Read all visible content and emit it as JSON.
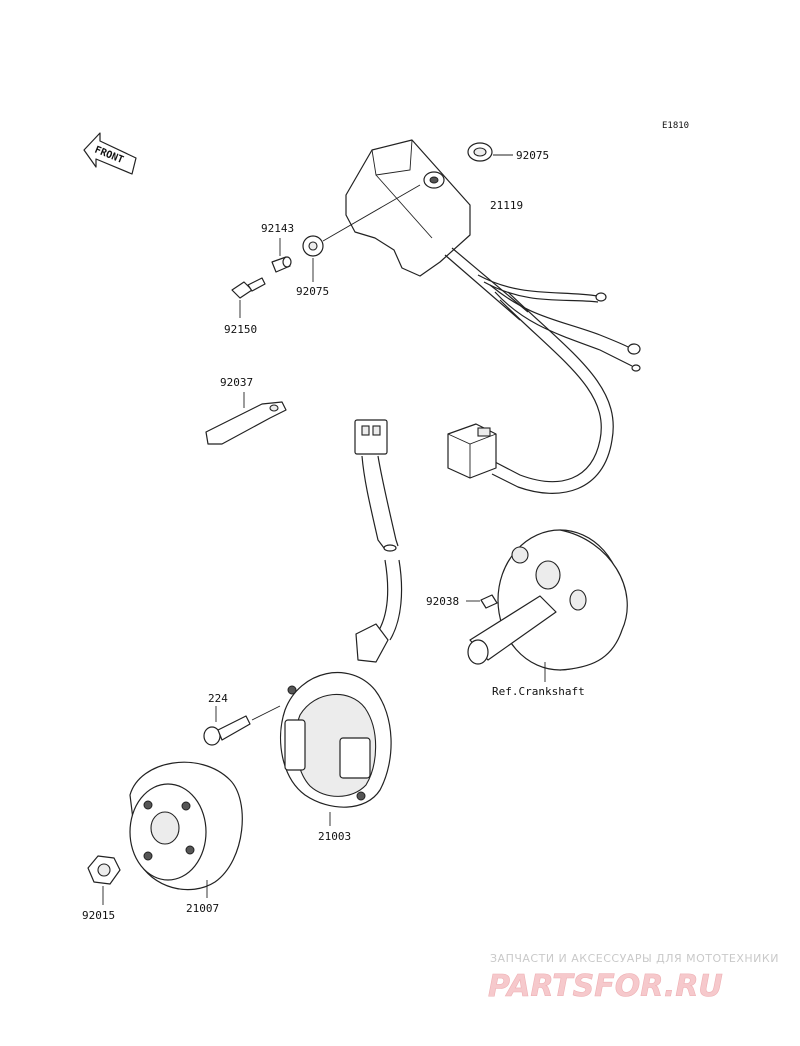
{
  "diagram": {
    "code": "E1810",
    "front_label": "FRONT",
    "parts": {
      "ignitor_bolt": "92150",
      "collar": "92143",
      "grommet_left": "92075",
      "grommet_right": "92075",
      "ignitor": "21119",
      "heat_sink": "92037",
      "key": "92038",
      "crankshaft_ref": "Ref.Crankshaft",
      "stator_screw": "224",
      "stator": "21003",
      "flywheel": "21007",
      "nut": "92015"
    }
  },
  "watermark": {
    "tagline": "ЗАПЧАСТИ И АКСЕССУАРЫ ДЛЯ МОТОТЕХНИКИ",
    "logo": "PARTSFOR.RU"
  }
}
